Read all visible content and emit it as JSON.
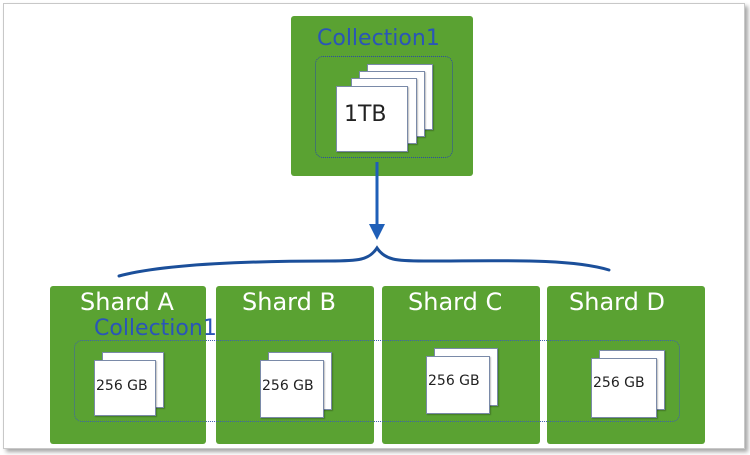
{
  "source": {
    "collection_label": "Collection1",
    "size_label": "1TB"
  },
  "sharded": {
    "collection_label": "Collection1",
    "shards": [
      {
        "name": "Shard A",
        "size": "256 GB"
      },
      {
        "name": "Shard B",
        "size": "256 GB"
      },
      {
        "name": "Shard C",
        "size": "256 GB"
      },
      {
        "name": "Shard D",
        "size": "256 GB"
      }
    ]
  },
  "colors": {
    "box_green": "#5aa232",
    "label_blue": "#2a55b8",
    "arrow_blue": "#1f5fb8",
    "brace_blue": "#1b4f9a"
  }
}
